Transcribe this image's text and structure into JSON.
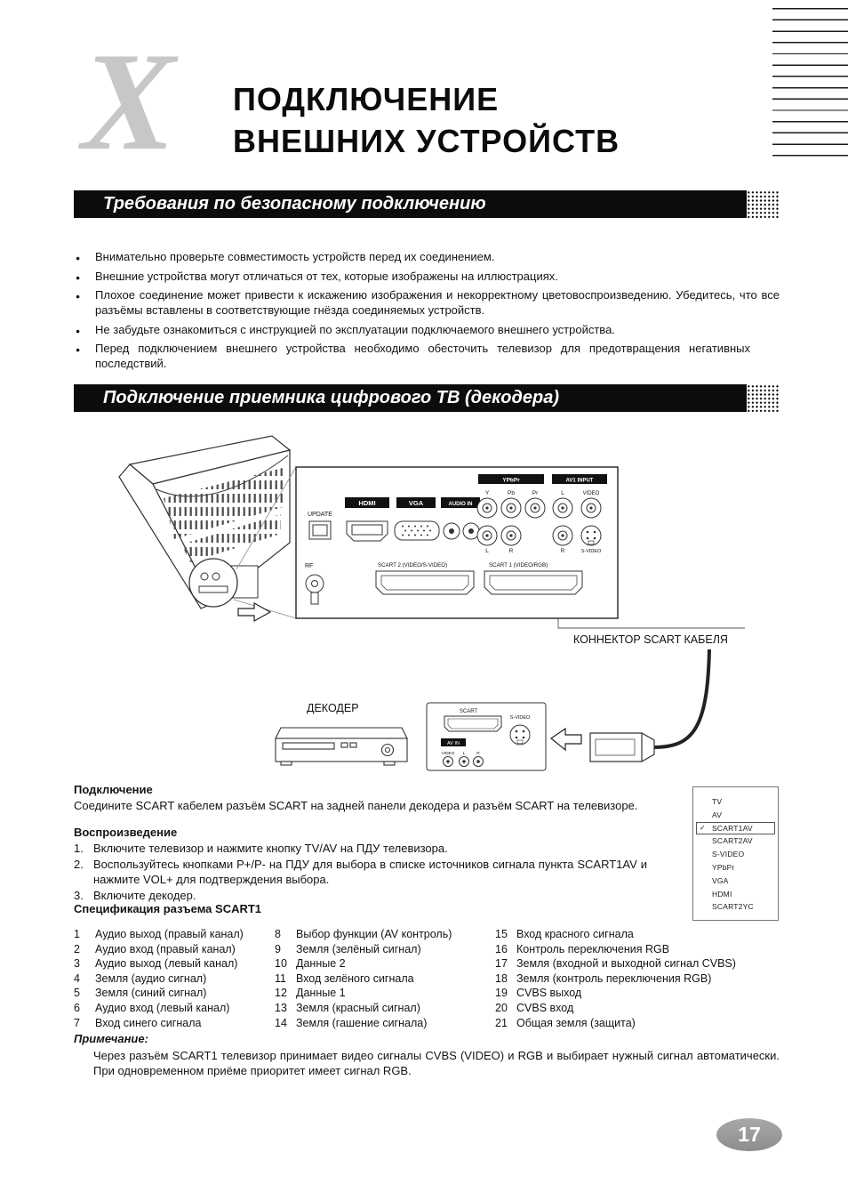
{
  "page": {
    "chapter_mark": "X",
    "title_line1": "ПОДКЛЮЧЕНИЕ",
    "title_line2": "ВНЕШНИХ УСТРОЙСТВ",
    "page_number": "17"
  },
  "safety": {
    "heading": "Требования по безопасному подключению",
    "bullets": [
      "Внимательно проверьте совместимость устройств перед их соединением.",
      "Внешние устройства могут отличаться от тех, которые изображены на иллюстрациях.",
      "Плохое соединение может привести к искажению изображения и некорректному цветовоспроизведению. Убедитесь, что все разъёмы вставлены в соответствующие гнёзда соединяемых устройств.",
      "Не забудьте ознакомиться с инструкцией по эксплуатации подключаемого внешнего устройства.",
      "Перед подключением внешнего устройства необходимо обесточить телевизор для предотвращения негативных последствий."
    ]
  },
  "decoder_section": {
    "heading": "Подключение приемника цифрового ТВ (декодера)"
  },
  "diagram": {
    "update": "UPDATE",
    "hdmi": "HDMI",
    "vga": "VGA",
    "audio_in": "AUDIO IN",
    "ypbpr": "YPbPr",
    "y": "Y",
    "pb": "Pb",
    "pr": "Pr",
    "av1_input": "AV1 INPUT",
    "l": "L",
    "r": "R",
    "video": "VIDEO",
    "s_video": "S-VIDEO",
    "rf": "RF",
    "scart2": "SCART 2 (VIDEO/S-VIDEO)",
    "scart1": "SCART 1 (VIDEO/RGB)",
    "cable_label": "КОННЕКТОР SCART КАБЕЛЯ",
    "decoder_label": "ДЕКОДЕР",
    "dec_scart": "SCART",
    "dec_s_video": "S-VIDEO",
    "dec_av_in": "AV IN",
    "dec_video": "VIDEO",
    "dec_l": "L",
    "dec_r": "R"
  },
  "connection": {
    "heading": "Подключение",
    "body": "Соедините SCART кабелем разъём SCART на задней панели декодера и разъём SCART на телевизоре."
  },
  "playback": {
    "heading": "Воспроизведение",
    "steps": [
      {
        "n": "1.",
        "t": "Включите телевизор и нажмите кнопку TV/AV на ПДУ телевизора."
      },
      {
        "n": "2.",
        "t": "Воспользуйтесь кнопками P+/P- на ПДУ для выбора в списке источников сигнала пункта SCART1AV и нажмите VOL+ для подтверждения выбора."
      },
      {
        "n": "3.",
        "t": "Включите декодер."
      }
    ]
  },
  "source_menu": {
    "check": "✓",
    "items": [
      "TV",
      "AV",
      "SCART1AV",
      "SCART2AV",
      "S-VIDEO",
      "YPbPr",
      "VGA",
      "HDMI",
      "SCART2YC"
    ],
    "selected": "SCART1AV"
  },
  "spec": {
    "heading": "Спецификация разъема SCART1",
    "col1": [
      {
        "n": "1",
        "t": "Аудио выход (правый канал)"
      },
      {
        "n": "2",
        "t": "Аудио вход (правый канал)"
      },
      {
        "n": "3",
        "t": "Аудио выход (левый канал)"
      },
      {
        "n": "4",
        "t": "Земля (аудио сигнал)"
      },
      {
        "n": "5",
        "t": "Земля (синий сигнал)"
      },
      {
        "n": "6",
        "t": "Аудио вход (левый канал)"
      },
      {
        "n": "7",
        "t": "Вход синего сигнала"
      }
    ],
    "col2": [
      {
        "n": "8",
        "t": "Выбор функции (AV контроль)"
      },
      {
        "n": "9",
        "t": "Земля (зелёный сигнал)"
      },
      {
        "n": "10",
        "t": "Данные 2"
      },
      {
        "n": "11",
        "t": "Вход зелёного сигнала"
      },
      {
        "n": "12",
        "t": "Данные 1"
      },
      {
        "n": "13",
        "t": "Земля (красный сигнал)"
      },
      {
        "n": "14",
        "t": "Земля (гашение сигнала)"
      }
    ],
    "col3": [
      {
        "n": "15",
        "t": "Вход красного сигнала"
      },
      {
        "n": "16",
        "t": "Контроль переключения RGB"
      },
      {
        "n": "17",
        "t": "Земля (входной и выходной сигнал CVBS)"
      },
      {
        "n": "18",
        "t": "Земля (контроль переключения RGB)"
      },
      {
        "n": "19",
        "t": "CVBS выход"
      },
      {
        "n": "20",
        "t": "CVBS вход"
      },
      {
        "n": "21",
        "t": "Общая земля (защита)"
      }
    ]
  },
  "note": {
    "heading": "Примечание:",
    "body": "Через разъём SCART1 телевизор принимает видео сигналы CVBS (VIDEO) и RGB и выбирает нужный сигнал автоматически. При одновременном приёме приоритет имеет сигнал RGB."
  }
}
